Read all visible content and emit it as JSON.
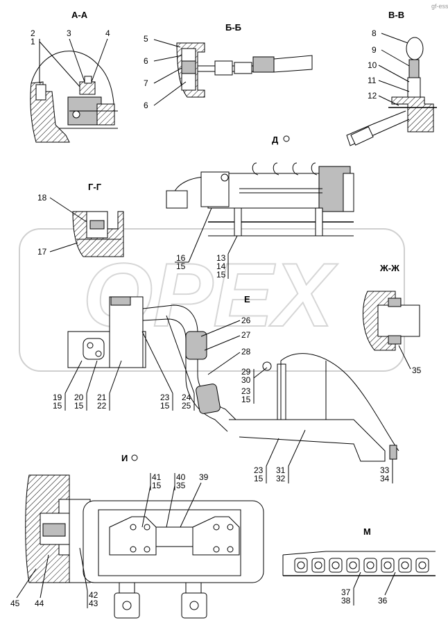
{
  "watermark": "gf-ess",
  "logo": "OPEX",
  "views": {
    "aa": "А-А",
    "bb": "Б-Б",
    "vv": "В-В",
    "d": "Д",
    "gg": "Г-Г",
    "e": "Е",
    "zh": "Ж-Ж",
    "i": "И",
    "m": "М"
  },
  "callouts": {
    "aa": [
      "2",
      "1",
      "3",
      "4"
    ],
    "bb": [
      "5",
      "6",
      "7",
      "6"
    ],
    "vv": [
      "8",
      "9",
      "10",
      "11",
      "12"
    ],
    "gg": [
      "18",
      "17"
    ],
    "d": [
      "16",
      "15",
      "13",
      "14",
      "15"
    ],
    "zh": [
      "35"
    ],
    "e_left": [
      "19",
      "15",
      "20",
      "15",
      "21",
      "22"
    ],
    "e_mid": [
      "23",
      "15",
      "24",
      "25"
    ],
    "e_right": [
      "26",
      "27",
      "28",
      "29",
      "30",
      "23",
      "15"
    ],
    "e_bottom": [
      "23",
      "15",
      "31",
      "32",
      "33",
      "34"
    ],
    "i": [
      "41",
      "15",
      "40",
      "35",
      "39",
      "45",
      "44",
      "42",
      "43"
    ],
    "m": [
      "37",
      "38",
      "36"
    ]
  }
}
